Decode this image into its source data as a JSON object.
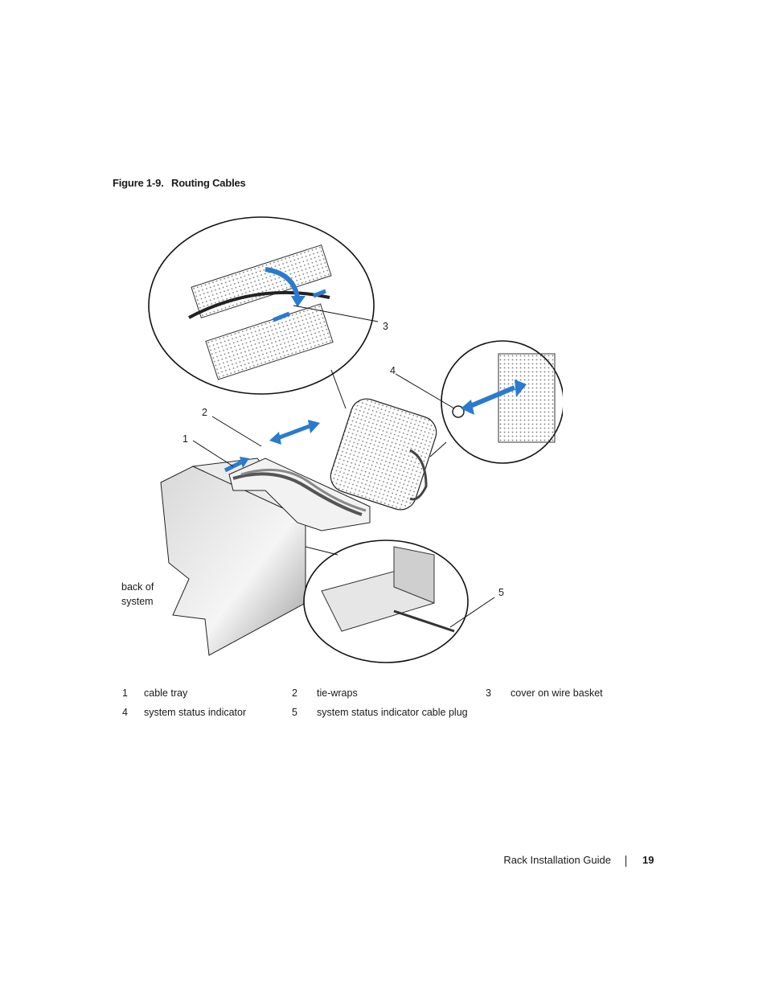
{
  "figure": {
    "number": "Figure 1-9.",
    "title": "Routing Cables"
  },
  "callouts": {
    "c1": "1",
    "c2": "2",
    "c3": "3",
    "c4": "4",
    "c5": "5"
  },
  "back_label": {
    "line1": "back of",
    "line2": "system"
  },
  "legend": [
    {
      "num": "1",
      "text": "cable tray"
    },
    {
      "num": "2",
      "text": "tie-wraps"
    },
    {
      "num": "3",
      "text": "cover on wire basket"
    },
    {
      "num": "4",
      "text": "system status indicator"
    },
    {
      "num": "5",
      "text": "system status indicator cable plug"
    }
  ],
  "footer": {
    "title": "Rack Installation Guide",
    "page": "19"
  },
  "colors": {
    "arrow": "#2a7ad0",
    "line": "#1a1a1a",
    "shade": "#bdbdbd"
  }
}
